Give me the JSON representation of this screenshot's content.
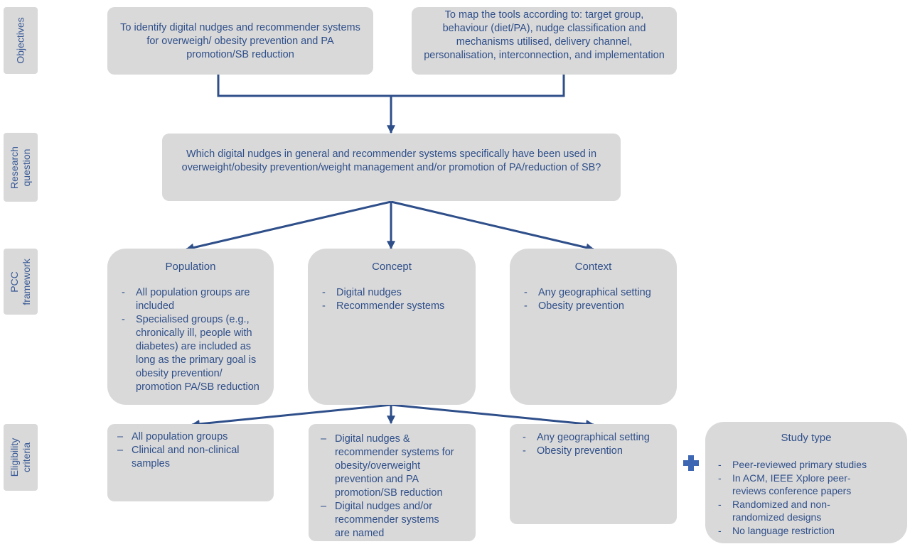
{
  "rows": {
    "objectives": "Objectives",
    "research_question": "Research\nquestion",
    "pcc": "PCC\nframework",
    "eligibility": "Eligibility\ncriteria"
  },
  "objectives": {
    "left": "To identify digital nudges and recommender systems for overweigh/ obesity prevention and PA promotion/SB reduction",
    "right": "To map the tools according to: target group, behaviour (diet/PA), nudge classification and mechanisms utilised, delivery channel, personalisation, interconnection, and implementation"
  },
  "research_question": "Which digital nudges in general and recommender systems specifically have been used in overweight/obesity prevention/weight management and/or promotion of PA/reduction of SB?",
  "pcc": {
    "population": {
      "title": "Population",
      "items": [
        "All population groups are included",
        "Specialised groups (e.g., chronically ill, people with diabetes) are included as long as the primary goal is obesity prevention/ promotion PA/SB reduction"
      ]
    },
    "concept": {
      "title": "Concept",
      "items": [
        "Digital nudges",
        "Recommender systems"
      ]
    },
    "context": {
      "title": "Context",
      "items": [
        "Any geographical setting",
        "Obesity prevention"
      ]
    }
  },
  "eligibility": {
    "population": [
      "All population groups",
      "Clinical and non-clinical samples"
    ],
    "concept": [
      "Digital nudges & recommender systems for obesity/overweight prevention and PA promotion/SB reduction",
      "Digital nudges and/or recommender systems are named"
    ],
    "context": [
      "Any geographical setting",
      "Obesity prevention"
    ],
    "study_type": {
      "title": "Study type",
      "items": [
        "Peer-reviewed primary studies",
        "In ACM, IEEE Xplore peer-reviews conference papers",
        "Randomized and non-randomized designs",
        "No language restriction"
      ]
    }
  },
  "colors": {
    "box": "#d9d9d9",
    "text": "#2f4f8a",
    "line": "#2f4f8a",
    "plus": "#3d67b3"
  },
  "icons": {
    "plus": "plus-icon"
  }
}
